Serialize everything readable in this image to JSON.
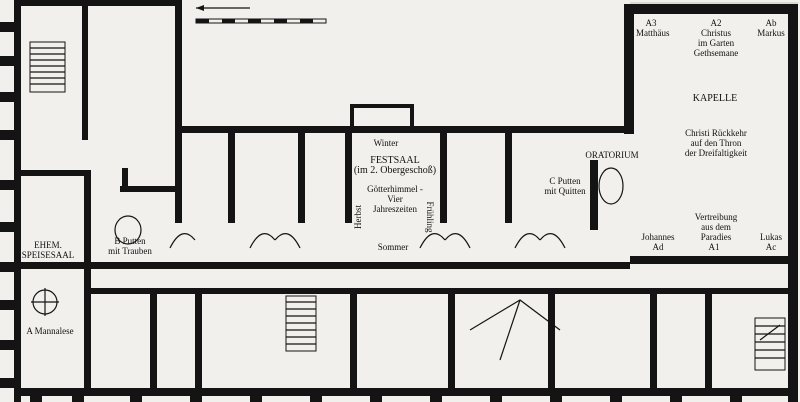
{
  "rooms": {
    "kapelle": "KAPELLE",
    "festsaal": "FESTSAAL\n(im 2. Obergeschoß)",
    "oratorium": "ORATORIUM",
    "speisesaal": "EHEM.\nSPEISESAAL"
  },
  "paintings": {
    "a_matthaeus": "A3\nMatthäus",
    "a_christus": "A2\nChristus\nim Garten\nGethsemane",
    "a_markus": "Ab\nMarkus",
    "christi_rueckkehr": "Christi Rückkehr\nauf den Thron\nder Dreifaltigkeit",
    "vertreibung": "Vertreibung\naus dem\nParadies",
    "johannes": "Johannes\nAd",
    "a1": "A1",
    "lukas": "Lukas\nAc",
    "goetterhimmel": "Götterhimmel -\nVier\nJahreszeiten",
    "winter": "Winter",
    "herbst": "Herbst",
    "fruehling": "Frühling",
    "sommer": "Sommer",
    "c_putten": "C Putten\nmit Quitten",
    "b_putten": "B Putten\nmit Trauben",
    "a_mannalese": "A Mannalese"
  },
  "icons": [
    "north-arrow-icon",
    "scale-bar-icon",
    "staircase-icon"
  ]
}
